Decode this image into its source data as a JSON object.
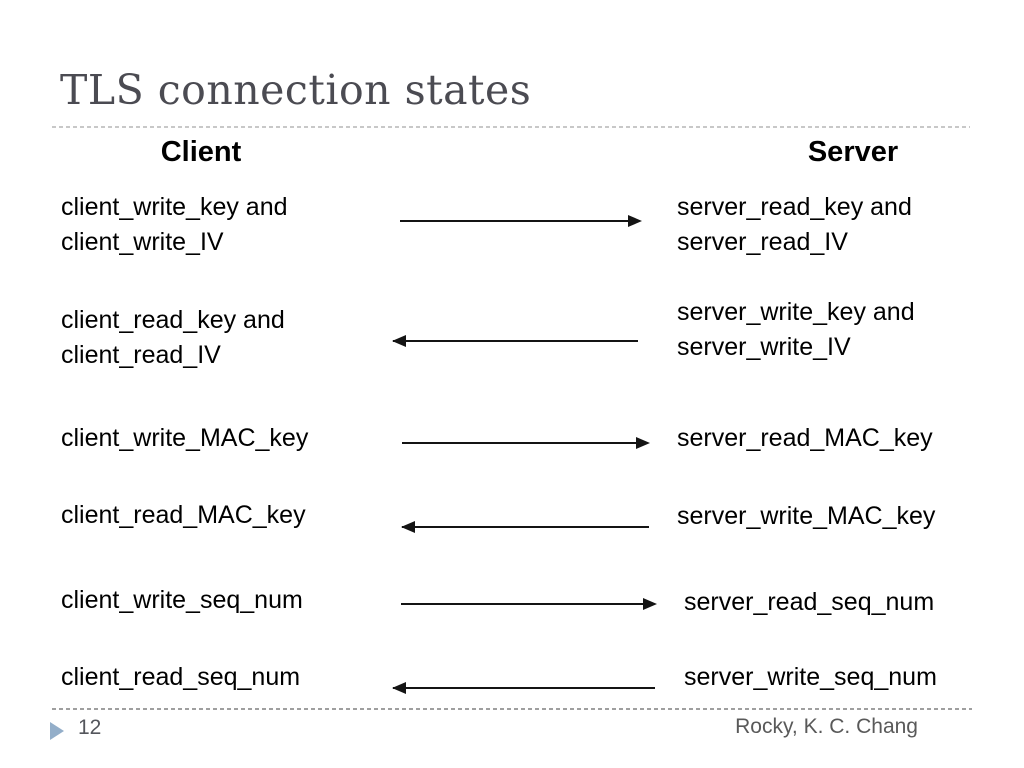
{
  "slide": {
    "title": "TLS connection states",
    "columns": {
      "client": "Client",
      "server": "Server"
    },
    "rows": [
      {
        "client": "client_write_key and\nclient_write_IV",
        "server": "server_read_key and\nserver_read_IV",
        "arrow": "right"
      },
      {
        "client": "client_read_key and\nclient_read_IV",
        "server": "server_write_key and\nserver_write_IV",
        "arrow": "left"
      },
      {
        "client": "client_write_MAC_key",
        "server": "server_read_MAC_key",
        "arrow": "right"
      },
      {
        "client": "client_read_MAC_key",
        "server": "server_write_MAC_key",
        "arrow": "left"
      },
      {
        "client": "client_write_seq_num",
        "server": "server_read_seq_num",
        "arrow": "right"
      },
      {
        "client": "client_read_seq_num",
        "server": "server_write_seq_num",
        "arrow": "left"
      }
    ],
    "footer": {
      "page_number": "12",
      "credit": "Rocky, K. C. Chang"
    },
    "colors": {
      "title": "#4b4b52",
      "body_text": "#000000",
      "arrow": "#141414",
      "divider": "#c8c8c8",
      "footer_divider": "#9f9f9f",
      "page_marker": "#93aec9",
      "footer_text": "#595959"
    }
  }
}
